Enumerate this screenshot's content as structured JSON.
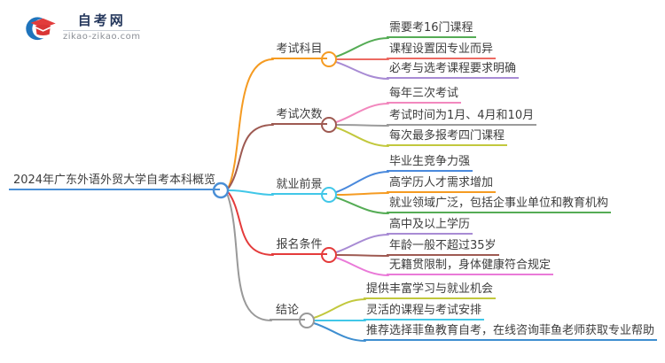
{
  "logo": {
    "title": "自考网",
    "domain": "zikao-zikao.com"
  },
  "root": {
    "label": "2024年广东外语外贸大学自考本科概览",
    "color": "#4a8fd6"
  },
  "text_color": "#3d3d3d",
  "branches": [
    {
      "label": "考试科目",
      "color": "#f59b22",
      "children": [
        {
          "label": "需要考16门课程",
          "color": "#55ac55"
        },
        {
          "label": "课程设置因专业而异",
          "color": "#ec6a62"
        },
        {
          "label": "必考与选考课程要求明确",
          "color": "#a88bd4"
        }
      ]
    },
    {
      "label": "考试次数",
      "color": "#9e5a52",
      "children": [
        {
          "label": "每年三次考试",
          "color": "#f288be"
        },
        {
          "label": "考试时间为1月、4月和10月",
          "color": "#9b9b9b"
        },
        {
          "label": "每次最多报考四门课程",
          "color": "#c2c83d"
        }
      ]
    },
    {
      "label": "就业前景",
      "color": "#41c7e8",
      "children": [
        {
          "label": "毕业生竞争力强",
          "color": "#4a89dc"
        },
        {
          "label": "高学历人才需求增加",
          "color": "#f59b22"
        },
        {
          "label": "就业领域广泛，包括企事业单位和教育机构",
          "color": "#55ac55"
        }
      ]
    },
    {
      "label": "报名条件",
      "color": "#e43b3b",
      "children": [
        {
          "label": "高中及以上学历",
          "color": "#a88bd4"
        },
        {
          "label": "年龄一般不超过35岁",
          "color": "#9e5a52"
        },
        {
          "label": "无籍贯限制，身体健康符合规定",
          "color": "#ea7ad8"
        }
      ]
    },
    {
      "label": "结论",
      "color": "#999999",
      "children": [
        {
          "label": "提供丰富学习与就业机会",
          "color": "#c2c83d"
        },
        {
          "label": "灵活的课程与考试安排",
          "color": "#41c7e8"
        },
        {
          "label": "推荐选择菲鱼教育自考，在线咨询菲鱼老师获取专业帮助",
          "color": "#3e8ed0"
        }
      ]
    }
  ]
}
